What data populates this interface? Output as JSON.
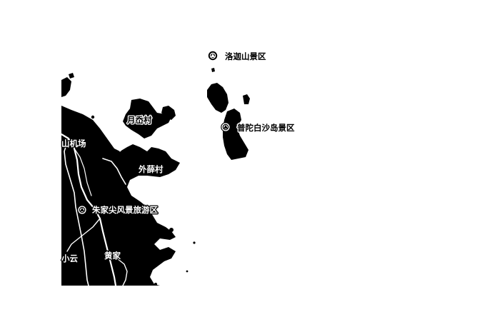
{
  "map": {
    "colors": {
      "land": "#000000",
      "sea": "#ffffff",
      "road": "#ffffff",
      "marker": "#000000"
    },
    "labels": {
      "luojia_scenic": "洛迦山景区",
      "yueling_village": "月岙村",
      "zhujiajian_airport": "山机场",
      "putuo_sand_scenic": "普陀白沙岛景区",
      "waixue_village": "外薛村",
      "zhujiajian_scenic": "朱家尖风景旅游区",
      "xiaoyun": "小云",
      "huangjia": "黄家"
    },
    "marker_icons": [
      "scenic-spot-icon",
      "scenic-spot-icon",
      "scenic-spot-icon"
    ]
  }
}
